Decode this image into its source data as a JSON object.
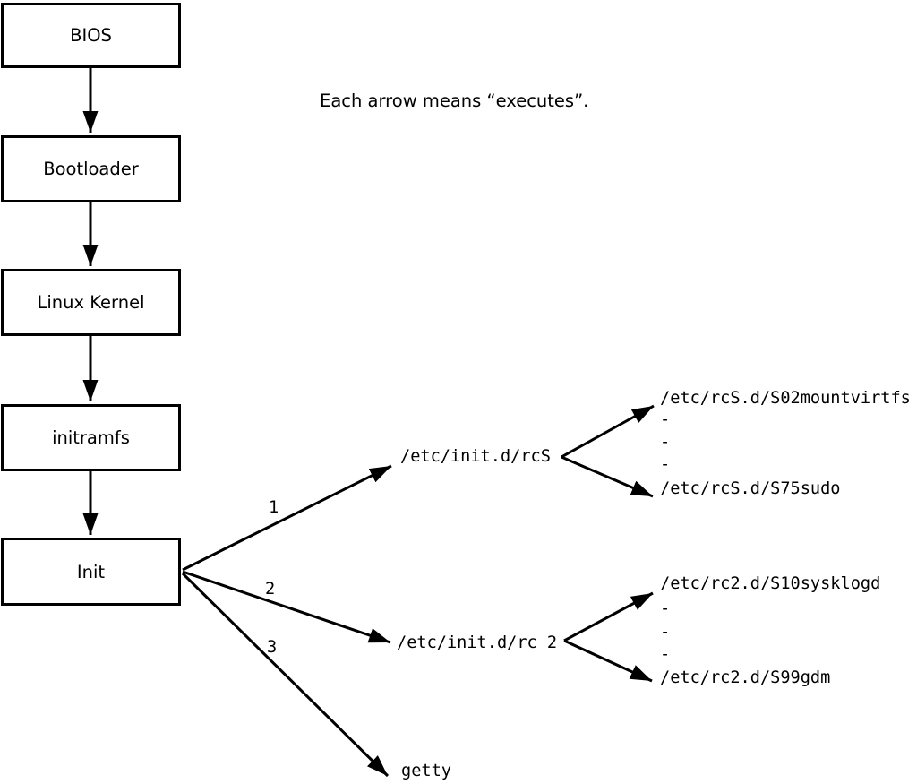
{
  "note": "Each arrow means “executes”.",
  "boot_chain": [
    {
      "label": "BIOS"
    },
    {
      "label": "Bootloader"
    },
    {
      "label": "Linux Kernel"
    },
    {
      "label": "initramfs"
    },
    {
      "label": "Init"
    }
  ],
  "branches": [
    {
      "number": "1",
      "target": "/etc/init.d/rcS",
      "scripts": [
        "/etc/rcS.d/S02mountvirtfs",
        "-",
        "-",
        "-",
        "/etc/rcS.d/S75sudo"
      ]
    },
    {
      "number": "2",
      "target": "/etc/init.d/rc 2",
      "scripts": [
        "/etc/rc2.d/S10sysklogd",
        "-",
        "-",
        "-",
        "/etc/rc2.d/S99gdm"
      ]
    },
    {
      "number": "3",
      "target": "getty"
    }
  ],
  "colors": {
    "line": "#000000",
    "background": "#ffffff"
  }
}
